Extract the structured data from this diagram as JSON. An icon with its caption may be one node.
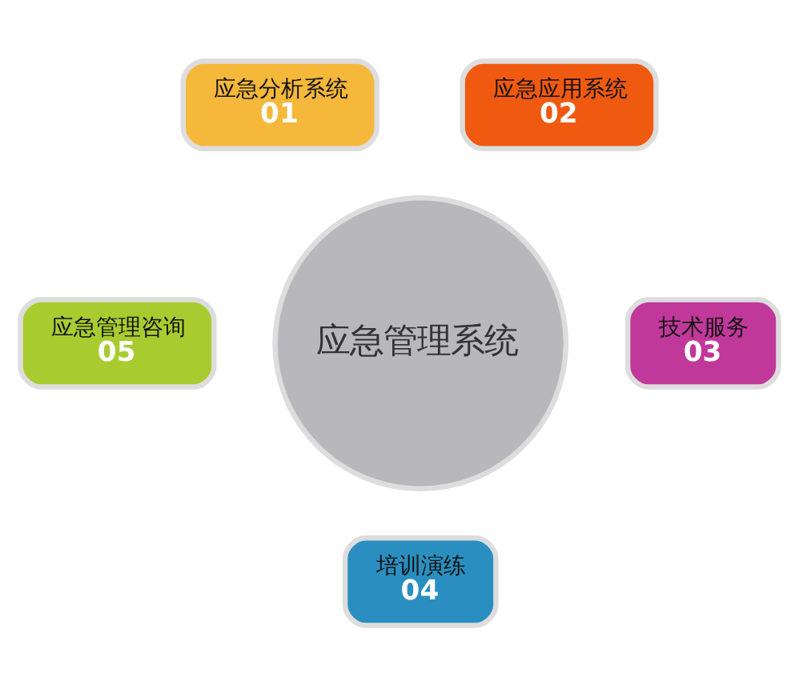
{
  "diagram": {
    "nodes": [
      {
        "text": [
          "应急管理系统"
        ]
      },
      {
        "text": [
          "应急分析系统",
          "01"
        ]
      },
      {
        "text": [
          "应急应用系统",
          "02"
        ]
      },
      {
        "text": [
          "技术服务",
          "03"
        ]
      },
      {
        "text": [
          "培训演练",
          "04"
        ]
      },
      {
        "text": [
          "应急管理咨询",
          "05"
        ]
      }
    ]
  }
}
